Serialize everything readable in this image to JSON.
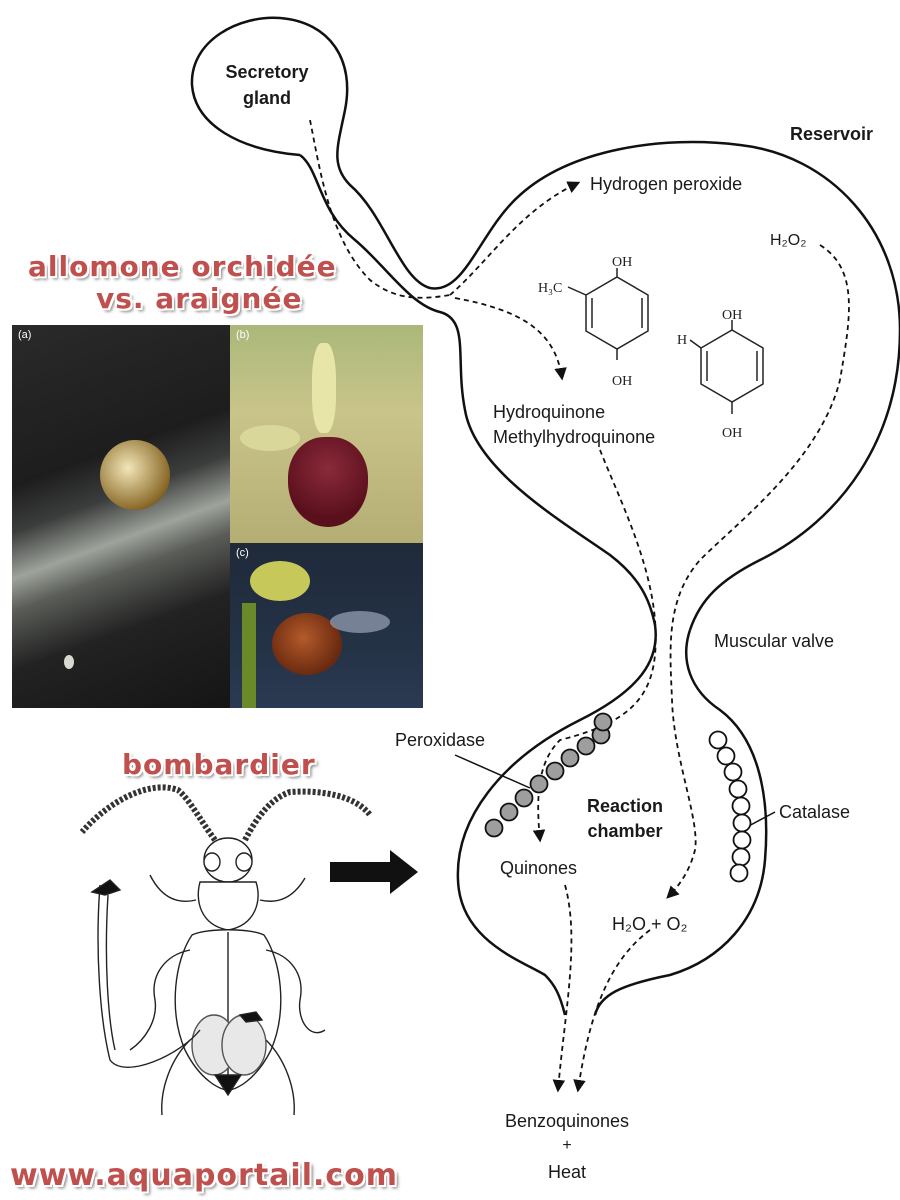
{
  "diagram": {
    "labels": {
      "secretory_gland_1": "Secretory",
      "secretory_gland_2": "gland",
      "reservoir": "Reservoir",
      "hydrogen_peroxide": "Hydrogen peroxide",
      "h2o2": "H₂O₂",
      "hydroquinone": "Hydroquinone",
      "methylhydroquinone": "Methylhydroquinone",
      "muscular_valve": "Muscular valve",
      "peroxidase": "Peroxidase",
      "reaction_chamber_1": "Reaction",
      "reaction_chamber_2": "chamber",
      "catalase": "Catalase",
      "quinones": "Quinones",
      "h2o_o2": "H₂O + O₂",
      "benzoquinones": "Benzoquinones",
      "plus": "+",
      "heat": "Heat"
    },
    "molecule_1": {
      "oh_top": "OH",
      "oh_bottom": "OH",
      "substituent": "H₃C"
    },
    "molecule_2": {
      "oh_top": "OH",
      "oh_bottom": "OH",
      "substituent": "H"
    }
  },
  "photo_panel": {
    "panel_a": "(a)",
    "panel_b": "(b)",
    "panel_c": "(c)"
  },
  "watermarks": {
    "orchid_title_1": "allomone orchidée",
    "orchid_title_2": "vs. araignée",
    "bombardier": "bombardier",
    "website": "www.aquaportail.com"
  },
  "colors": {
    "watermark_red": "#c0504d",
    "peroxidase_fill": "#9e9e9e",
    "catalase_fill": "#ffffff"
  }
}
